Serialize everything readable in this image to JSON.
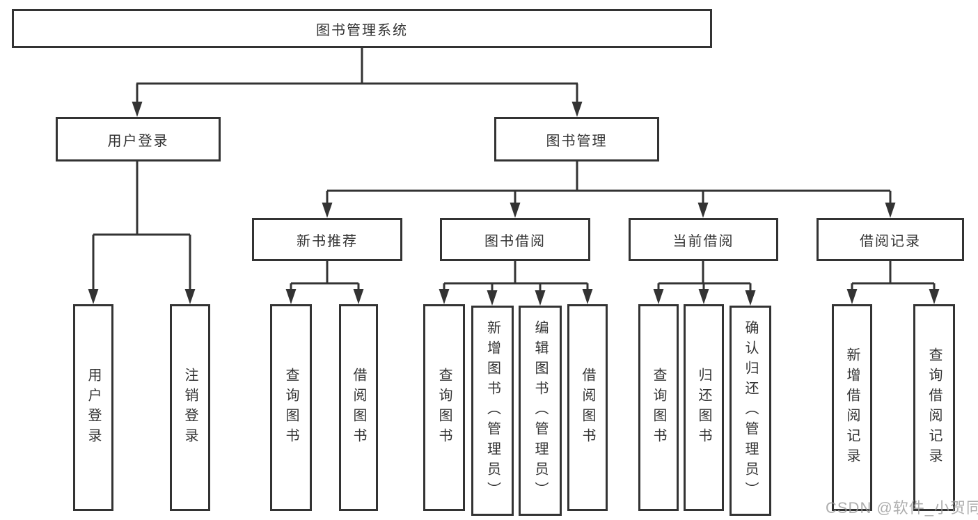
{
  "diagram": {
    "root": {
      "label": "图书管理系统",
      "children": [
        {
          "label": "用户登录",
          "children": [
            {
              "label": "用户登录"
            },
            {
              "label": "注销登录"
            }
          ]
        },
        {
          "label": "图书管理",
          "children": [
            {
              "label": "新书推荐",
              "children": [
                {
                  "label": "查询图书"
                },
                {
                  "label": "借阅图书"
                }
              ]
            },
            {
              "label": "图书借阅",
              "children": [
                {
                  "label": "查询图书"
                },
                {
                  "label": "新增图书（管理员）"
                },
                {
                  "label": "编辑图书（管理员）"
                },
                {
                  "label": "借阅图书"
                }
              ]
            },
            {
              "label": "当前借阅",
              "children": [
                {
                  "label": "查询图书"
                },
                {
                  "label": "归还图书"
                },
                {
                  "label": "确认归还（管理员）"
                }
              ]
            },
            {
              "label": "借阅记录",
              "children": [
                {
                  "label": "新增借阅记录"
                },
                {
                  "label": "查询借阅记录"
                }
              ]
            }
          ]
        }
      ]
    }
  },
  "watermark": {
    "text": "CSDN @软件_小贺同学"
  },
  "colors": {
    "line": "#333333",
    "text": "#333333",
    "background": "#ffffff",
    "watermark": "#9a9a9a"
  }
}
